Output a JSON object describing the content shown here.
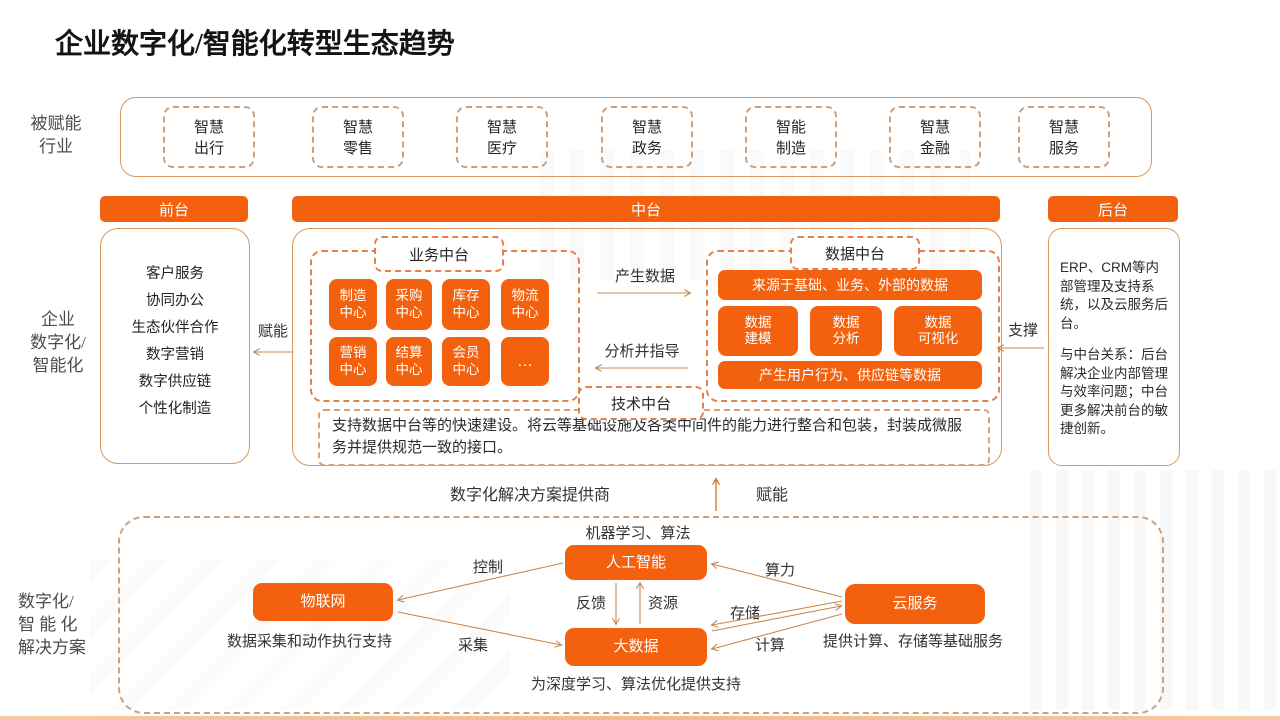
{
  "title": "企业数字化/智能化转型生态趋势",
  "colors": {
    "accent": "#F4610E",
    "line": "#C8884F"
  },
  "row_labels": {
    "industries": "被赋能\n行业",
    "enterprise": "企业\n数字化/\n智能化",
    "solutions": "数字化/\n智 能 化\n解决方案"
  },
  "industries": {
    "items": [
      "智慧\n出行",
      "智慧\n零售",
      "智慧\n医疗",
      "智慧\n政务",
      "智能\n制造",
      "智慧\n金融",
      "智慧\n服务"
    ]
  },
  "front": {
    "header": "前台",
    "items": [
      "客户服务",
      "协同办公",
      "生态伙伴合作",
      "数字营销",
      "数字供应链",
      "个性化制造"
    ]
  },
  "middle": {
    "header": "中台",
    "business_label": "业务中台",
    "centers": [
      "制造\n中心",
      "采购\n中心",
      "库存\n中心",
      "物流\n中心",
      "营销\n中心",
      "结算\n中心",
      "会员\n中心",
      "…"
    ],
    "produce_label": "产生数据",
    "analyze_label": "分析并指导",
    "empower_label": "赋能",
    "support_label": "支撑",
    "tech_label": "技术中台",
    "tech_description": "支持数据中台等的快速建设。将云等基础设施及各类中间件的能力进行整合和包装，封装成微服务并提供规范一致的接口。",
    "data_label": "数据中台",
    "data_source": "来源于基础、业务、外部的数据",
    "data_caps": [
      "数据\n建模",
      "数据\n分析",
      "数据\n可视化"
    ],
    "data_output": "产生用户行为、供应链等数据"
  },
  "back": {
    "header": "后台",
    "paragraph1": "ERP、CRM等内部管理及支持系统，以及云服务后台。",
    "paragraph2": "与中台关系：后台解决企业内部管理与效率问题；中台更多解决前台的敏捷创新。"
  },
  "provider": {
    "label": "数字化解决方案提供商",
    "empower_label": "赋能"
  },
  "solutions": {
    "ml_label": "机器学习、算法",
    "ai": "人工智能",
    "iot": "物联网",
    "cloud": "云服务",
    "bigdata": "大数据",
    "iot_caption": "数据采集和动作执行支持",
    "cloud_caption": "提供计算、存储等基础服务",
    "bigdata_caption": "为深度学习、算法优化提供支持",
    "control": "控制",
    "feedback": "反馈",
    "resource": "资源",
    "power": "算力",
    "storage": "存储",
    "compute": "计算",
    "collect": "采集"
  }
}
